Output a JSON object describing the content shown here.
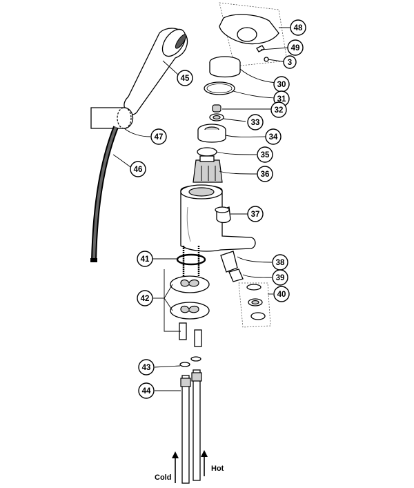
{
  "callouts": [
    {
      "id": "48",
      "label": "48"
    },
    {
      "id": "49",
      "label": "49"
    },
    {
      "id": "3",
      "label": "3"
    },
    {
      "id": "30",
      "label": "30"
    },
    {
      "id": "31",
      "label": "31"
    },
    {
      "id": "32",
      "label": "32"
    },
    {
      "id": "33",
      "label": "33"
    },
    {
      "id": "34",
      "label": "34"
    },
    {
      "id": "35",
      "label": "35"
    },
    {
      "id": "36",
      "label": "36"
    },
    {
      "id": "37",
      "label": "37"
    },
    {
      "id": "38",
      "label": "38"
    },
    {
      "id": "39",
      "label": "39"
    },
    {
      "id": "40",
      "label": "40"
    },
    {
      "id": "41",
      "label": "41"
    },
    {
      "id": "42",
      "label": "42"
    },
    {
      "id": "43",
      "label": "43"
    },
    {
      "id": "44",
      "label": "44"
    },
    {
      "id": "45",
      "label": "45"
    },
    {
      "id": "46",
      "label": "46"
    },
    {
      "id": "47",
      "label": "47"
    }
  ],
  "supply_labels": {
    "cold": "Cold",
    "hot": "Hot"
  }
}
